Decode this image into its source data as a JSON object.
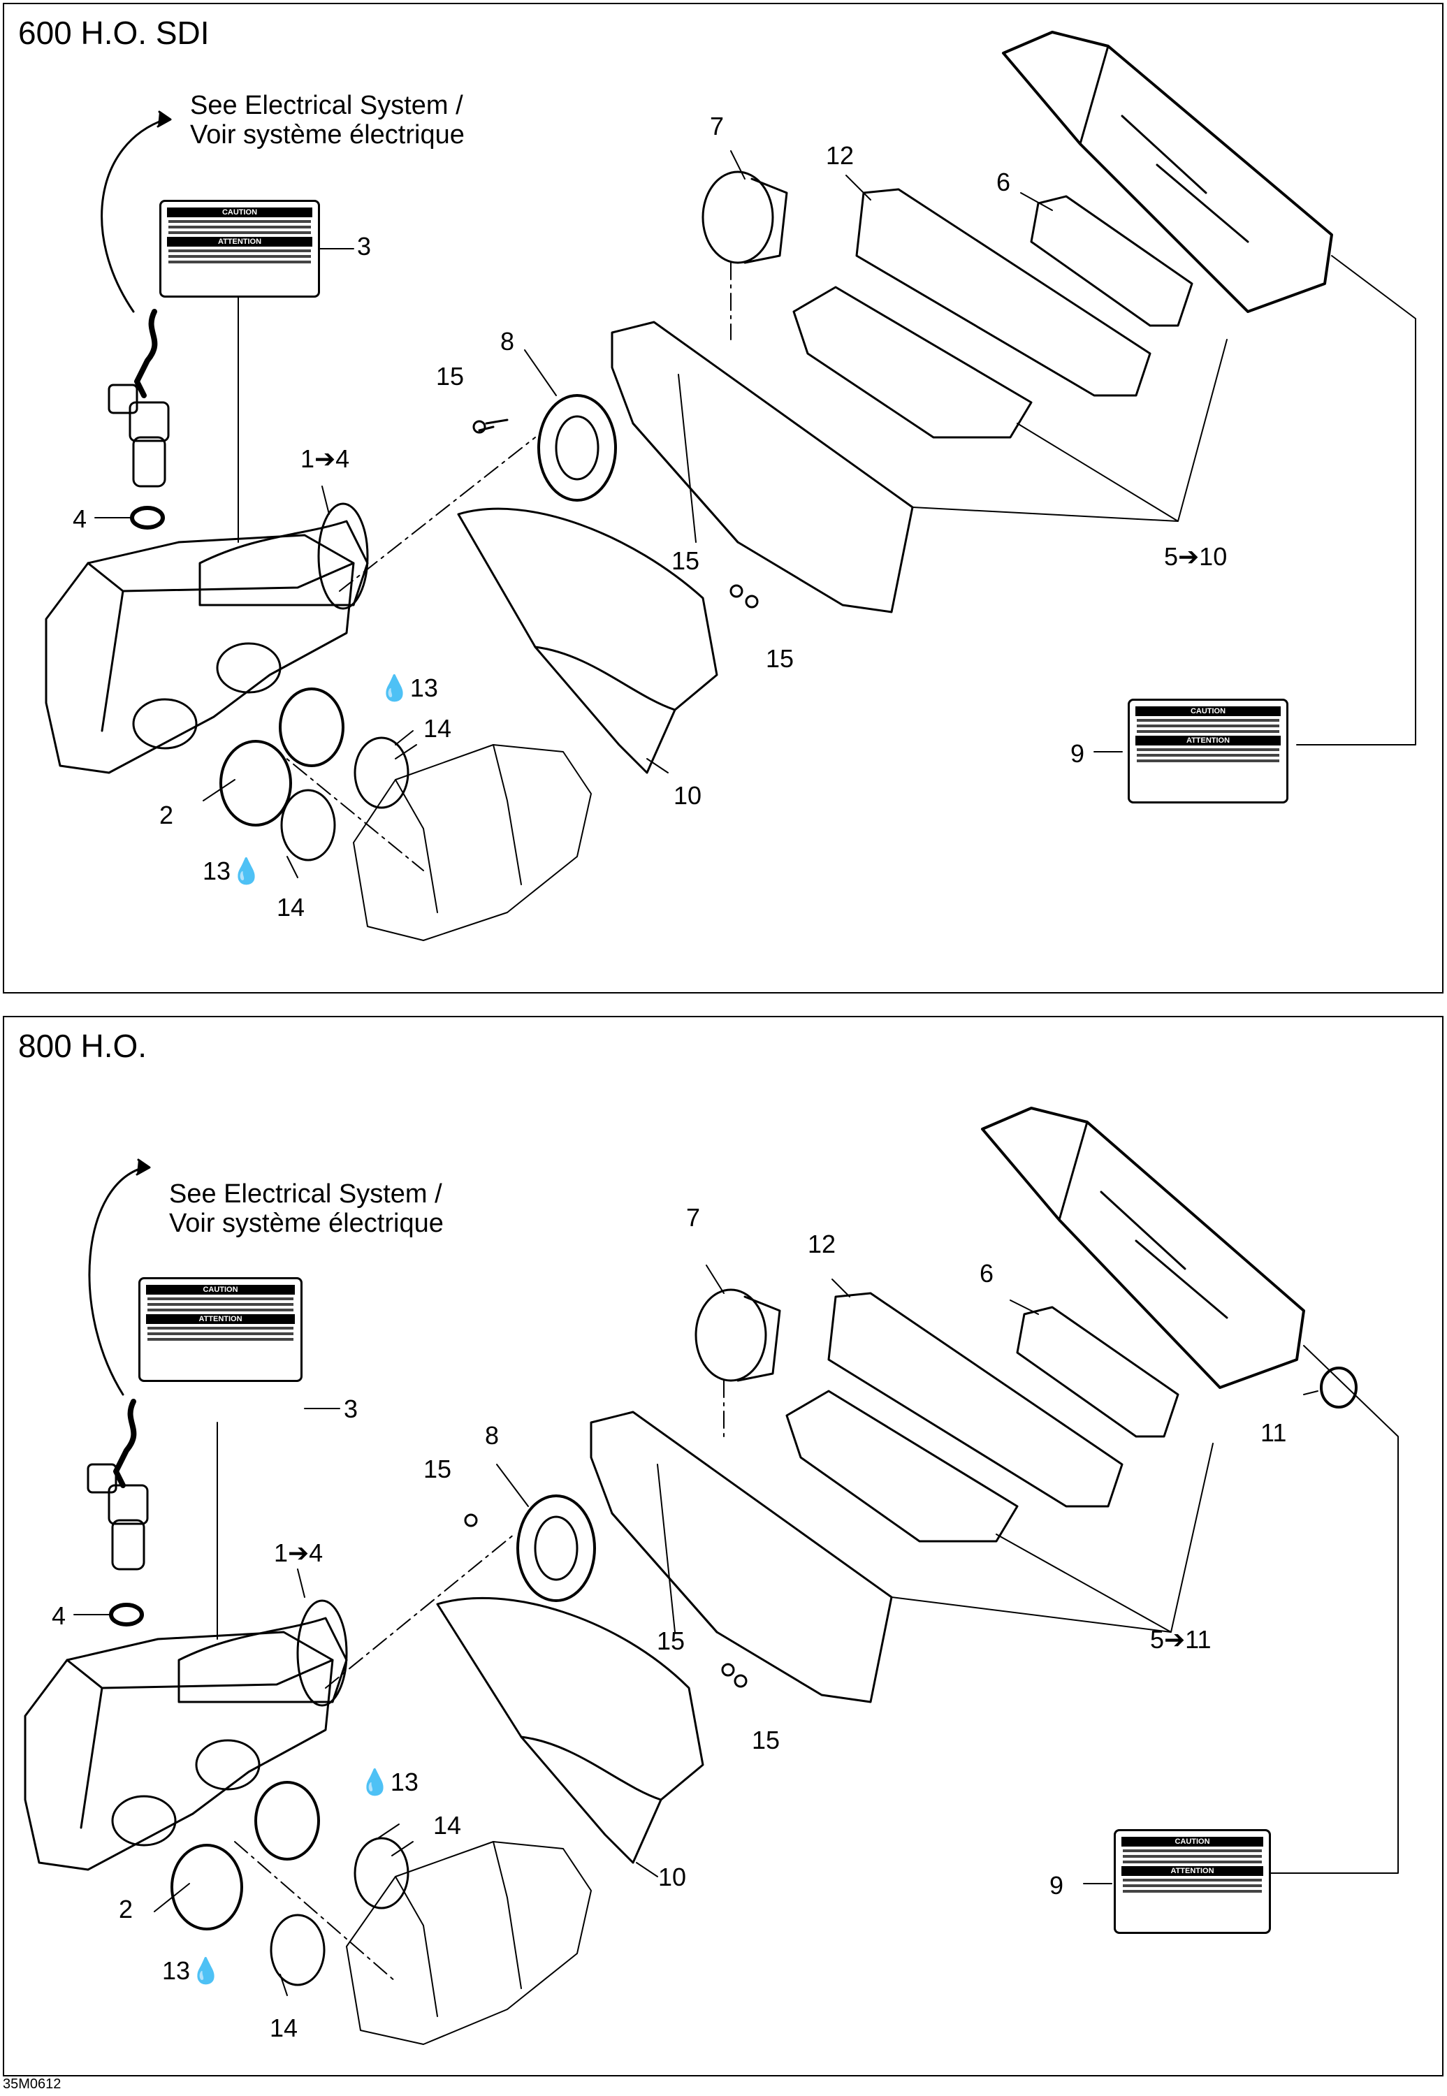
{
  "panels": {
    "top": {
      "title": "600 H.O. SDI",
      "note_line1": "See Electrical System /",
      "note_line2": "Voir système électrique",
      "callouts": {
        "c1": "1➔4",
        "c2": "2",
        "c3": "3",
        "c4": "4",
        "c5": "5➔10",
        "c6": "6",
        "c7": "7",
        "c8": "8",
        "c9": "9",
        "c10": "10",
        "c12": "12",
        "c13a": "13",
        "c13b": "13",
        "c14a": "14",
        "c14b": "14",
        "c15a": "15",
        "c15b": "15",
        "c15c": "15"
      }
    },
    "bottom": {
      "title": "800 H.O.",
      "note_line1": "See Electrical System /",
      "note_line2": "Voir système électrique",
      "callouts": {
        "c1": "1➔4",
        "c2": "2",
        "c3": "3",
        "c4": "4",
        "c5": "5➔11",
        "c6": "6",
        "c7": "7",
        "c8": "8",
        "c9": "9",
        "c10": "10",
        "c11": "11",
        "c12": "12",
        "c13a": "13",
        "c13b": "13",
        "c14a": "14",
        "c14b": "14",
        "c15a": "15",
        "c15b": "15",
        "c15c": "15"
      }
    }
  },
  "decal": {
    "caution": "CAUTION",
    "attention": "ATTENTION"
  },
  "figure_code": "35M0612",
  "icons": {
    "drop": "oil-drop-icon",
    "arrow": "range-arrow-icon"
  }
}
